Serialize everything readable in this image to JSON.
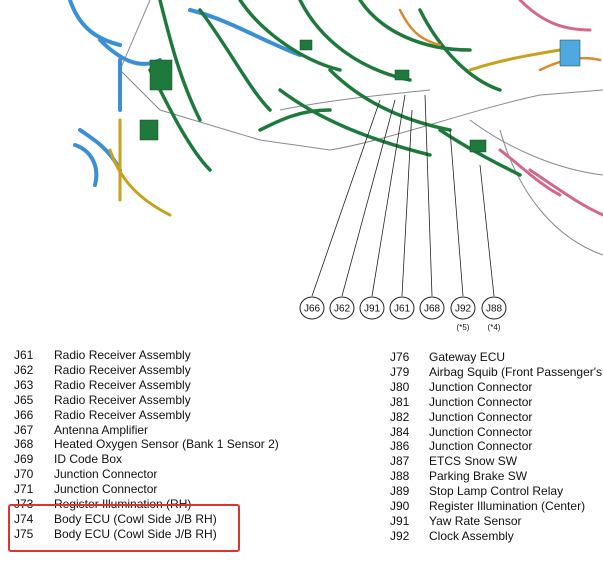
{
  "callouts": [
    {
      "code": "J66",
      "note": ""
    },
    {
      "code": "J62",
      "note": ""
    },
    {
      "code": "J91",
      "note": ""
    },
    {
      "code": "J61",
      "note": ""
    },
    {
      "code": "J68",
      "note": ""
    },
    {
      "code": "J92",
      "note": "(*5)"
    },
    {
      "code": "J88",
      "note": "(*4)"
    }
  ],
  "legend_left": [
    {
      "code": "J61",
      "label": "Radio Receiver Assembly"
    },
    {
      "code": "J62",
      "label": "Radio Receiver Assembly"
    },
    {
      "code": "J63",
      "label": "Radio Receiver Assembly"
    },
    {
      "code": "J65",
      "label": "Radio Receiver Assembly"
    },
    {
      "code": "J66",
      "label": "Radio Receiver Assembly"
    },
    {
      "code": "J67",
      "label": "Antenna Amplifier"
    },
    {
      "code": "J68",
      "label": "Heated Oxygen Sensor (Bank 1 Sensor 2)"
    },
    {
      "code": "J69",
      "label": "ID Code Box"
    },
    {
      "code": "J70",
      "label": "Junction Connector"
    },
    {
      "code": "J71",
      "label": "Junction Connector"
    },
    {
      "code": "J73",
      "label": "Register Illumination (RH)"
    },
    {
      "code": "J74",
      "label": "Body ECU (Cowl Side J/B RH)"
    },
    {
      "code": "J75",
      "label": "Body ECU (Cowl Side J/B RH)"
    }
  ],
  "legend_right": [
    {
      "code": "J76",
      "label": "Gateway ECU"
    },
    {
      "code": "J79",
      "label": "Airbag Squib (Front Passenger's"
    },
    {
      "code": "J80",
      "label": "Junction Connector"
    },
    {
      "code": "J81",
      "label": "Junction Connector"
    },
    {
      "code": "J82",
      "label": "Junction Connector"
    },
    {
      "code": "J84",
      "label": "Junction Connector"
    },
    {
      "code": "J86",
      "label": "Junction Connector"
    },
    {
      "code": "J87",
      "label": "ETCS Snow SW"
    },
    {
      "code": "J88",
      "label": "Parking Brake SW"
    },
    {
      "code": "J89",
      "label": "Stop Lamp Control Relay"
    },
    {
      "code": "J90",
      "label": "Register Illumination (Center)"
    },
    {
      "code": "J91",
      "label": "Yaw Rate Sensor"
    },
    {
      "code": "J92",
      "label": "Clock Assembly"
    }
  ],
  "colors": {
    "harness_green": "#1e7a3c",
    "harness_blue": "#3a8fd6",
    "harness_yellow": "#c9a21d",
    "harness_pink": "#d4678f",
    "harness_orange": "#d9892e",
    "highlight_red": "#e0332f"
  }
}
